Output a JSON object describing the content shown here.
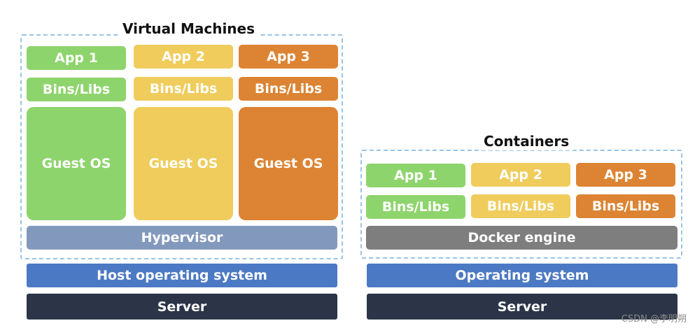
{
  "vm": {
    "title": "Virtual Machines",
    "columns": [
      {
        "app": "App 1",
        "bins": "Bins/Libs",
        "guest_os": "Guest OS"
      },
      {
        "app": "App 2",
        "bins": "Bins/Libs",
        "guest_os": "Guest OS"
      },
      {
        "app": "App 3",
        "bins": "Bins/Libs",
        "guest_os": "Guest OS"
      }
    ],
    "hypervisor": "Hypervisor",
    "host_os": "Host operating system",
    "server": "Server"
  },
  "containers": {
    "title": "Containers",
    "columns": [
      {
        "app": "App 1",
        "bins": "Bins/Libs"
      },
      {
        "app": "App 2",
        "bins": "Bins/Libs"
      },
      {
        "app": "App 3",
        "bins": "Bins/Libs"
      }
    ],
    "engine": "Docker engine",
    "os": "Operating system",
    "server": "Server"
  },
  "colors": {
    "green": "#8ed46c",
    "yellow": "#f0cc5c",
    "orange": "#dc8433",
    "hypervisor": "#8299bd",
    "docker_engine": "#7e7e7e",
    "operating_system": "#4c79c3",
    "server": "#2b3547",
    "dashed_border": "#99c4e7"
  },
  "watermark": "CSDN @李明朔"
}
